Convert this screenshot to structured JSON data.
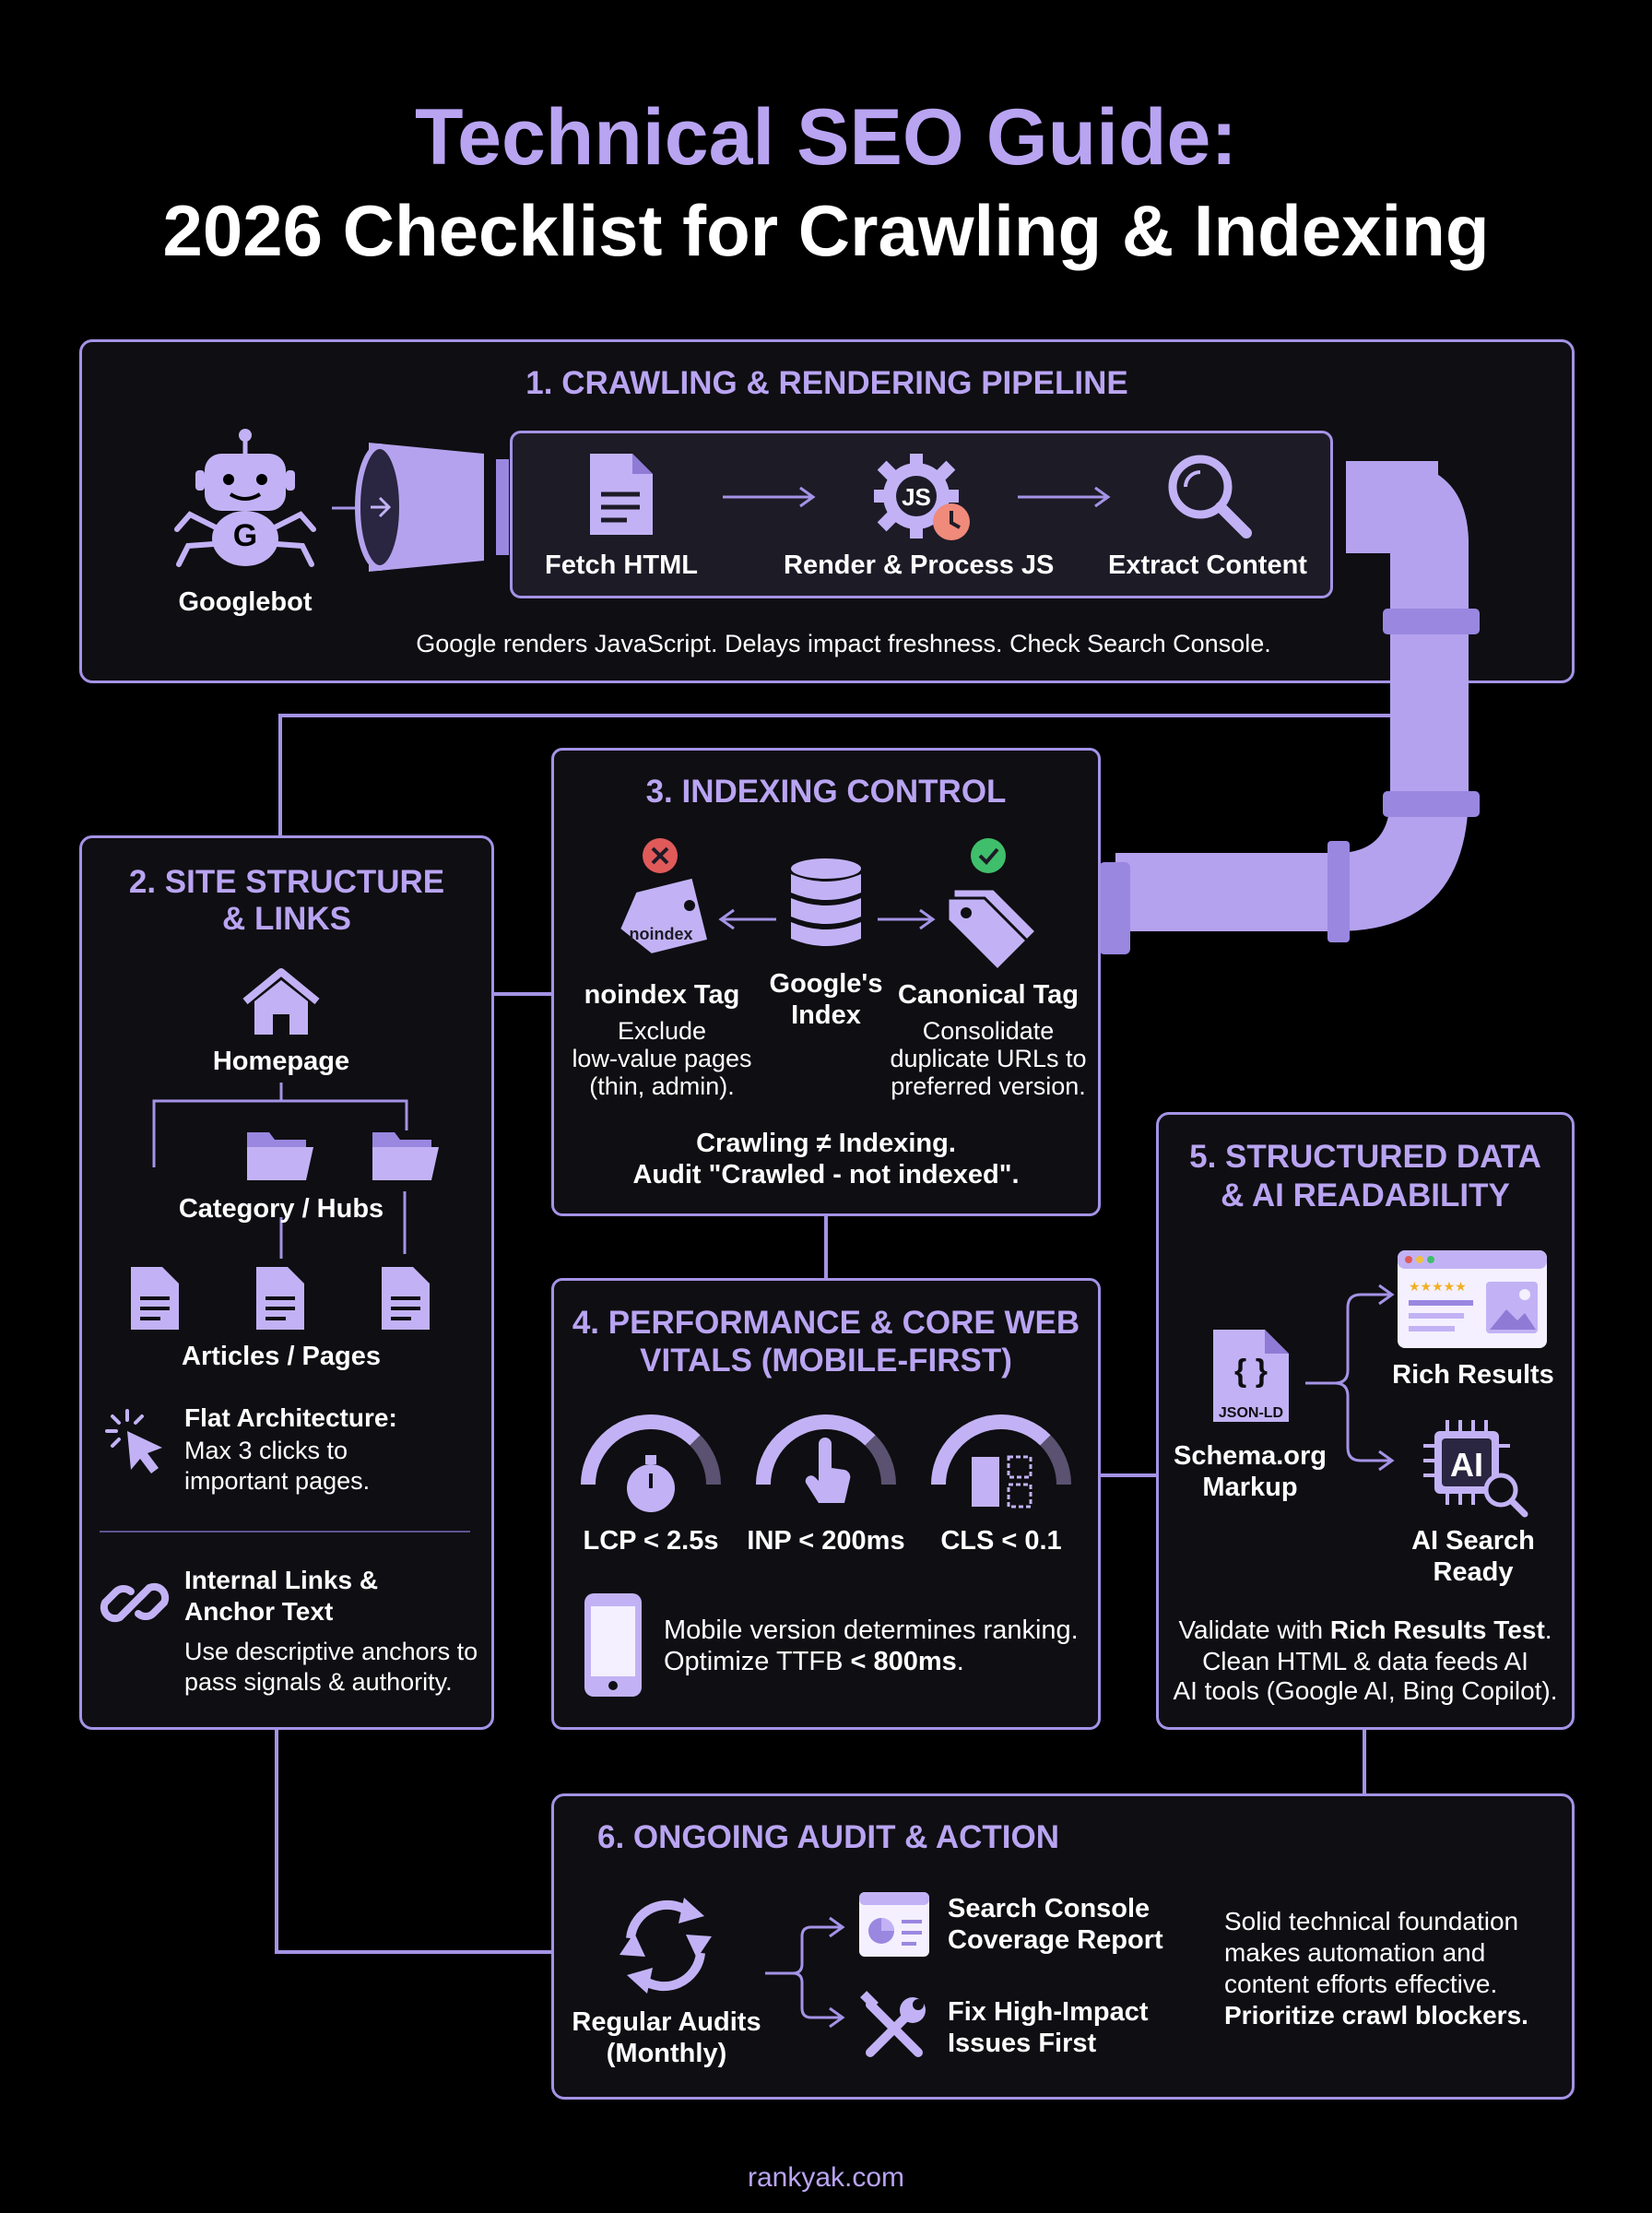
{
  "header": {
    "title_line1": "Technical SEO Guide:",
    "title_line2": "2026 Checklist for Crawling & Indexing"
  },
  "section1": {
    "title": "1. CRAWLING & RENDERING PIPELINE",
    "googlebot": "Googlebot",
    "bot_letter": "G",
    "steps": [
      "Fetch HTML",
      "Render & Process JS",
      "Extract Content"
    ],
    "js_badge": "JS",
    "note": "Google renders JavaScript. Delays impact freshness. Check Search Console."
  },
  "section2": {
    "title_line1": "2. SITE STRUCTURE",
    "title_line2": "& LINKS",
    "homepage": "Homepage",
    "category": "Category / Hubs",
    "articles": "Articles / Pages",
    "flat_title": "Flat Architecture:",
    "flat_body_1": "Max 3 clicks to",
    "flat_body_2": "important pages.",
    "links_title_1": "Internal Links &",
    "links_title_2": "Anchor Text",
    "links_body_1": "Use descriptive anchors to",
    "links_body_2": "pass signals & authority."
  },
  "section3": {
    "title": "3. INDEXING CONTROL",
    "noindex_tag_text": "noindex",
    "noindex_title": "noindex Tag",
    "noindex_body_1": "Exclude",
    "noindex_body_2": "low-value pages",
    "noindex_body_3": "(thin, admin).",
    "index_1": "Google's",
    "index_2": "Index",
    "canonical_title": "Canonical Tag",
    "canonical_body_1": "Consolidate",
    "canonical_body_2": "duplicate URLs to",
    "canonical_body_3": "preferred version.",
    "footer_1": "Crawling ≠ Indexing.",
    "footer_2": "Audit \"Crawled - not indexed\"."
  },
  "section4": {
    "title_line1": "4. PERFORMANCE & CORE WEB",
    "title_line2": "VITALS (MOBILE-FIRST)",
    "metrics": [
      "LCP < 2.5s",
      "INP < 200ms",
      "CLS < 0.1"
    ],
    "mobile_1": "Mobile version determines ranking.",
    "mobile_2_prefix": "Optimize TTFB ",
    "mobile_2_bold": "< 800ms",
    "mobile_2_suffix": "."
  },
  "section5": {
    "title_line1": "5. STRUCTURED DATA",
    "title_line2": "& AI READABILITY",
    "jsonld_braces": "{ }",
    "jsonld_label": "JSON-LD",
    "schema_1": "Schema.org",
    "schema_2": "Markup",
    "rich_results": "Rich Results",
    "ai_chip": "AI",
    "ai_1": "AI Search",
    "ai_2": "Ready",
    "validate_prefix": "Validate with ",
    "validate_bold": "Rich Results Test",
    "validate_suffix": ".",
    "clean_1": "Clean HTML & data feeds AI",
    "clean_2": "AI tools (Google AI, Bing Copilot)."
  },
  "section6": {
    "title": "6. ONGOING AUDIT & ACTION",
    "audits_1": "Regular Audits",
    "audits_2": "(Monthly)",
    "console_1": "Search Console",
    "console_2": "Coverage Report",
    "fix_1": "Fix High-Impact",
    "fix_2": "Issues First",
    "solid_1": "Solid technical foundation",
    "solid_2": "makes automation and",
    "solid_3": "content efforts effective.",
    "solid_4": "Prioritize crawl blockers."
  },
  "footer": {
    "site": "rankyak.com"
  },
  "colors": {
    "accent": "#a493e6",
    "title": "#b9a4f2",
    "icon_fill": "#c2b2f5",
    "bg": "#000000",
    "error": "#e05a5a",
    "success": "#3fbf6b"
  }
}
